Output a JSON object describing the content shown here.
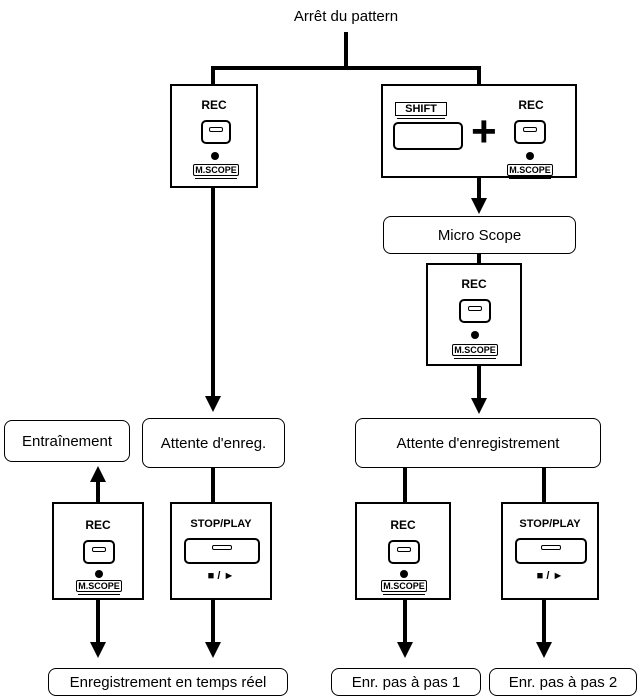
{
  "title": "Arrêt du pattern",
  "labels": {
    "rec": "REC",
    "mscope": "M.SCOPE",
    "shift": "SHIFT",
    "plus": "+",
    "stop_play": "STOP/PLAY",
    "stop_play_symbol": "■ / ►"
  },
  "nodes": {
    "micro_scope": "Micro Scope",
    "attente_enreg": "Attente d'enreg.",
    "attente_enregistrement": "Attente d'enregistrement",
    "entrainement": "Entraînement",
    "temps_reel": "Enregistrement en temps réel",
    "pas_a_pas_1": "Enr. pas à pas 1",
    "pas_a_pas_2": "Enr. pas à pas 2"
  }
}
